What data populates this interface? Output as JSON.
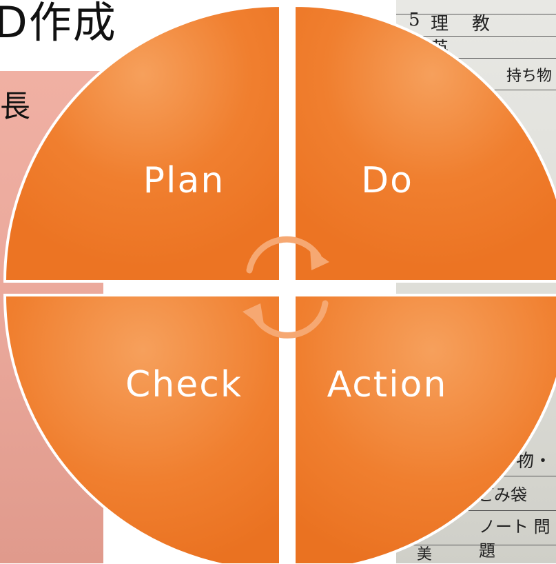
{
  "title": "D作成",
  "photo_left": {
    "visible_char": "長"
  },
  "photo_right": {
    "rows": [
      "5",
      "理",
      "教",
      "英",
      "持ち物",
      "ち物・",
      "ごみ袋",
      "ノート 問題",
      "美"
    ]
  },
  "diagram": {
    "quadrants": {
      "top_left": "Plan",
      "top_right": "Do",
      "bottom_left": "Check",
      "bottom_right": "Action"
    },
    "colors": {
      "quadrant_fill": "#f07f2f",
      "quadrant_light": "#f6a05c",
      "divider": "#ffffff",
      "arrow": "#f6a872"
    },
    "center_icon": "cycle-arrows-icon"
  }
}
